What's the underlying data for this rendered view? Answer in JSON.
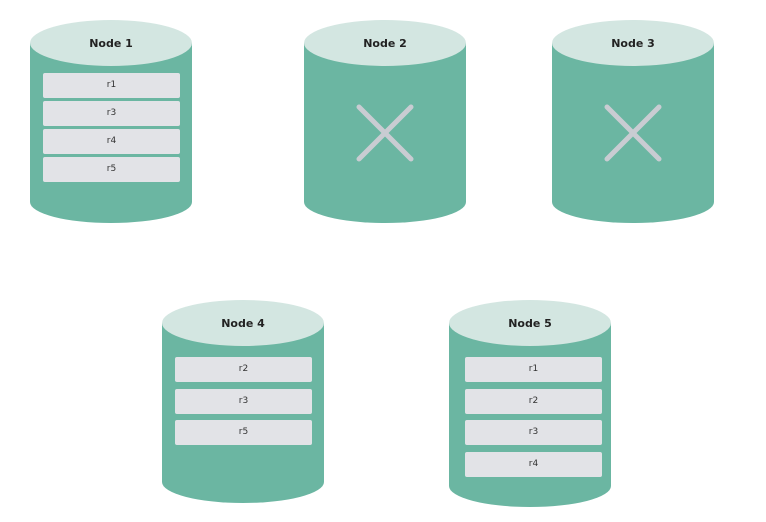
{
  "colors": {
    "body": "#6bb6a2",
    "top": "#d3e6e1",
    "replica": "#e2e3e7",
    "down_mark": "#c9ccd2"
  },
  "nodes": [
    {
      "label": "Node 1",
      "status": "up",
      "replicas": [
        "r1",
        "r3",
        "r4",
        "r5"
      ]
    },
    {
      "label": "Node 2",
      "status": "down",
      "replicas": []
    },
    {
      "label": "Node 3",
      "status": "down",
      "replicas": []
    },
    {
      "label": "Node 4",
      "status": "up",
      "replicas": [
        "r2",
        "r3",
        "r5"
      ]
    },
    {
      "label": "Node 5",
      "status": "up",
      "replicas": [
        "r1",
        "r2",
        "r3",
        "r4"
      ]
    }
  ]
}
